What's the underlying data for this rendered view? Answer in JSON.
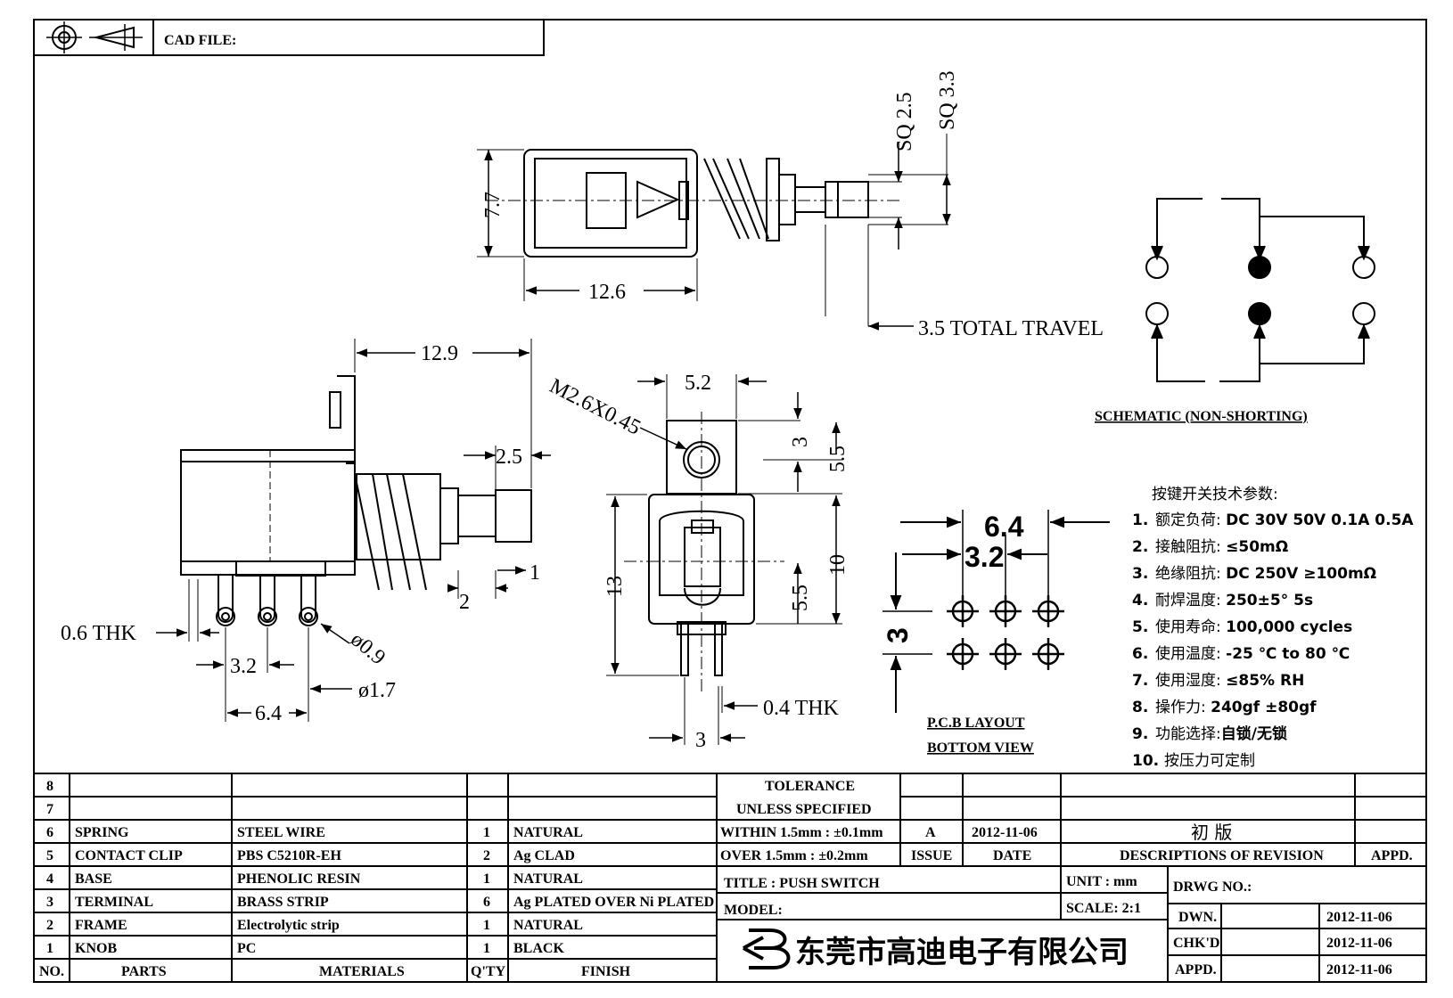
{
  "header": {
    "cad_file_label": "CAD FILE:"
  },
  "dimensions": {
    "top": {
      "sq25": "SQ 2.5",
      "sq33": "SQ 3.3",
      "h77": "7.7",
      "w126": "12.6",
      "travel": "3.5 TOTAL TRAVEL"
    },
    "side": {
      "w129": "12.9",
      "d25": "2.5",
      "d1": "1",
      "d2": "2",
      "thk06": "0.6 THK",
      "p32": "3.2",
      "p64": "6.4",
      "hole09": "ø0.9",
      "hole17": "ø1.7"
    },
    "front": {
      "screw": "M2.6X0.45",
      "w52": "5.2",
      "h3": "3",
      "h55a": "5.5",
      "h13": "13",
      "h10": "10",
      "h55b": "5.5",
      "thk04": "0.4 THK",
      "w3": "3"
    },
    "pcb": {
      "w64": "6.4",
      "w32": "3.2",
      "h3": "3",
      "title1": "P.C.B LAYOUT",
      "title2": "BOTTOM VIEW"
    }
  },
  "schematic": {
    "title": "SCHEMATIC (NON-SHORTING)"
  },
  "specs": {
    "heading": "按键开关技术参数:",
    "items": [
      {
        "n": "1.",
        "k": "额定负荷: ",
        "v": "DC 30V 50V    0.1A  0.5A"
      },
      {
        "n": "2.",
        "k": "接触阻抗: ",
        "v": "≤50mΩ"
      },
      {
        "n": "3.",
        "k": "绝缘阻抗: ",
        "v": "DC 250V  ≥100mΩ"
      },
      {
        "n": "4.",
        "k": "耐焊温度: ",
        "v": "250±5°    5s"
      },
      {
        "n": "5.",
        "k": "使用寿命: ",
        "v": "100,000 cycles"
      },
      {
        "n": "6.",
        "k": "使用温度: ",
        "v": "-25 ℃  to 80 ℃"
      },
      {
        "n": "7.",
        "k": "使用湿度: ",
        "v": "≤85% RH"
      },
      {
        "n": "8.",
        "k": "操作力: ",
        "v": "240gf  ±80gf"
      },
      {
        "n": "9.",
        "k": "功能选择:",
        "v": "自锁/无锁"
      },
      {
        "n": "10.",
        "k": "按压力可定制",
        "v": ""
      }
    ]
  },
  "bom": {
    "header": {
      "no": "NO.",
      "parts": "PARTS",
      "materials": "MATERIALS",
      "qty": "Q'TY",
      "finish": "FINISH"
    },
    "rows": [
      {
        "no": "8",
        "parts": "",
        "materials": "",
        "qty": "",
        "finish": ""
      },
      {
        "no": "7",
        "parts": "",
        "materials": "",
        "qty": "",
        "finish": ""
      },
      {
        "no": "6",
        "parts": "SPRING",
        "materials": "STEEL WIRE",
        "qty": "1",
        "finish": "NATURAL"
      },
      {
        "no": "5",
        "parts": "CONTACT CLIP",
        "materials": "PBS C5210R-EH",
        "qty": "2",
        "finish": "Ag CLAD"
      },
      {
        "no": "4",
        "parts": "BASE",
        "materials": "PHENOLIC RESIN",
        "qty": "1",
        "finish": "NATURAL"
      },
      {
        "no": "3",
        "parts": "TERMINAL",
        "materials": "BRASS STRIP",
        "qty": "6",
        "finish": "Ag PLATED OVER Ni PLATED"
      },
      {
        "no": "2",
        "parts": "FRAME",
        "materials": "Electrolytic strip",
        "qty": "1",
        "finish": "NATURAL"
      },
      {
        "no": "1",
        "parts": "KNOB",
        "materials": "PC",
        "qty": "1",
        "finish": "BLACK"
      }
    ]
  },
  "title_block": {
    "tolerance1": "TOLERANCE",
    "tolerance2": "UNLESS  SPECIFIED",
    "within": "WITHIN 1.5mm : ±0.1mm",
    "over": "OVER 1.5mm : ±0.2mm",
    "issue_value": "A",
    "date_value": "2012-11-06",
    "revision_desc": "初 版",
    "issue_label": "ISSUE",
    "date_label": "DATE",
    "desc_label": "DESCRIPTIONS  OF  REVISION",
    "appd_label": "APPD.",
    "title": "TITLE :  PUSH SWITCH",
    "model": "MODEL:",
    "unit": "UNIT :  mm",
    "scale": "SCALE:  2:1",
    "drwg_no": "DRWG NO.:",
    "dwn": "DWN.",
    "chkd": "CHK'D",
    "appd": "APPD.",
    "dwn_date": "2012-11-06",
    "chkd_date": "2012-11-06",
    "appd_date": "2012-11-06",
    "company": "东莞市高迪电子有限公司"
  }
}
